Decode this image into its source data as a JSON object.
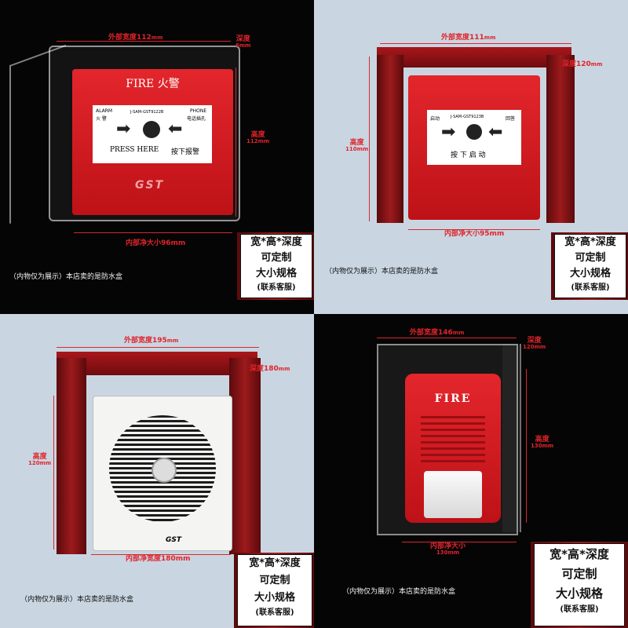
{
  "colors": {
    "accent_red": "#e0242a",
    "box_red": "#b0141a",
    "dark_bg": "#050505",
    "light_bg": "#c9d6e2"
  },
  "panel1": {
    "width_label": "外部宽度112",
    "width_unit": "mm",
    "depth_label": "深度",
    "depth_value": "6mm",
    "height_label": "高度",
    "height_value": "112mm",
    "inner_label": "内部净大小96mm",
    "device": {
      "title": "FIRE 火警",
      "alarm": "ALARM",
      "alarm_cn": "火 警",
      "model": "J-SAM-GST9122B",
      "phone": "PHONE",
      "phone_cn": "电话插孔",
      "press": "PRESS HERE",
      "press_cn": "按下报警",
      "brand": "GST"
    },
    "note": "（内物仅为展示）本店卖的是防水盒"
  },
  "panel2": {
    "width_label": "外部宽度111",
    "width_unit": "mm",
    "depth_label": "深度120",
    "depth_unit": "mm",
    "height_label": "高度",
    "height_value": "110mm",
    "inner_label": "内部净大小95mm",
    "device": {
      "start": "启动",
      "model": "J-SAM-GST9123B",
      "answer": "回答",
      "press_cn": "按 下 启 动"
    },
    "note": "（内物仅为展示）本店卖的是防水盒"
  },
  "panel3": {
    "width_label": "外部宽度195",
    "width_unit": "mm",
    "depth_label": "深度180",
    "depth_unit": "mm",
    "height_label": "高度",
    "height_value": "120mm",
    "inner_label": "内部净宽度180mm",
    "brand": "GST",
    "note": "（内物仅为展示）本店卖的是防水盒"
  },
  "panel4": {
    "width_label": "外部宽度146",
    "width_unit": "mm",
    "depth_label": "深度",
    "depth_value": "120mm",
    "height_label": "高度",
    "height_value": "130mm",
    "inner_label": "内部净大小",
    "inner_value": "130mm",
    "device_label": "FIRE",
    "note": "（内物仅为展示）本店卖的是防水盒"
  },
  "badge": {
    "line1": "宽*高*深度",
    "line2": "可定制",
    "line3": "大小规格",
    "line4": "(联系客服)"
  }
}
